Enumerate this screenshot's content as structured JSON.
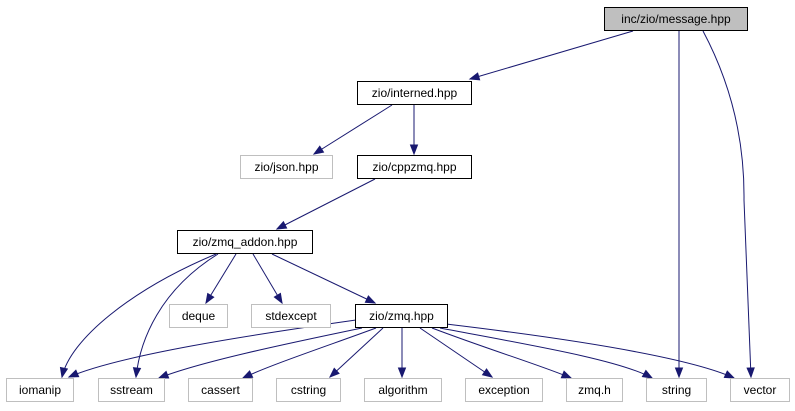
{
  "colors": {
    "edge": "#191970",
    "root_fill": "#bfbfbf",
    "node_fill": "#ffffff",
    "node_border": "#000000",
    "external_border": "#bfbfbf"
  },
  "nodes": [
    {
      "id": "message",
      "label": "inc/zio/message.hpp",
      "kind": "root"
    },
    {
      "id": "interned",
      "label": "zio/interned.hpp",
      "kind": "internal"
    },
    {
      "id": "json",
      "label": "zio/json.hpp",
      "kind": "external"
    },
    {
      "id": "cppzmq",
      "label": "zio/cppzmq.hpp",
      "kind": "internal"
    },
    {
      "id": "zmq_addon",
      "label": "zio/zmq_addon.hpp",
      "kind": "internal"
    },
    {
      "id": "deque",
      "label": "deque",
      "kind": "external"
    },
    {
      "id": "stdexcept",
      "label": "stdexcept",
      "kind": "external"
    },
    {
      "id": "zmq",
      "label": "zio/zmq.hpp",
      "kind": "internal"
    },
    {
      "id": "iomanip",
      "label": "iomanip",
      "kind": "external"
    },
    {
      "id": "sstream",
      "label": "sstream",
      "kind": "external"
    },
    {
      "id": "cassert",
      "label": "cassert",
      "kind": "external"
    },
    {
      "id": "cstring",
      "label": "cstring",
      "kind": "external"
    },
    {
      "id": "algorithm",
      "label": "algorithm",
      "kind": "external"
    },
    {
      "id": "exception",
      "label": "exception",
      "kind": "external"
    },
    {
      "id": "zmqh",
      "label": "zmq.h",
      "kind": "external"
    },
    {
      "id": "string",
      "label": "string",
      "kind": "external"
    },
    {
      "id": "vector",
      "label": "vector",
      "kind": "external"
    }
  ],
  "edges": [
    {
      "from": "message",
      "to": "interned"
    },
    {
      "from": "message",
      "to": "string"
    },
    {
      "from": "message",
      "to": "vector"
    },
    {
      "from": "interned",
      "to": "json"
    },
    {
      "from": "interned",
      "to": "cppzmq"
    },
    {
      "from": "cppzmq",
      "to": "zmq_addon"
    },
    {
      "from": "zmq_addon",
      "to": "iomanip"
    },
    {
      "from": "zmq_addon",
      "to": "sstream"
    },
    {
      "from": "zmq_addon",
      "to": "deque"
    },
    {
      "from": "zmq_addon",
      "to": "stdexcept"
    },
    {
      "from": "zmq_addon",
      "to": "zmq"
    },
    {
      "from": "zmq",
      "to": "iomanip"
    },
    {
      "from": "zmq",
      "to": "sstream"
    },
    {
      "from": "zmq",
      "to": "cassert"
    },
    {
      "from": "zmq",
      "to": "cstring"
    },
    {
      "from": "zmq",
      "to": "algorithm"
    },
    {
      "from": "zmq",
      "to": "exception"
    },
    {
      "from": "zmq",
      "to": "zmqh"
    },
    {
      "from": "zmq",
      "to": "string"
    },
    {
      "from": "zmq",
      "to": "vector"
    }
  ]
}
